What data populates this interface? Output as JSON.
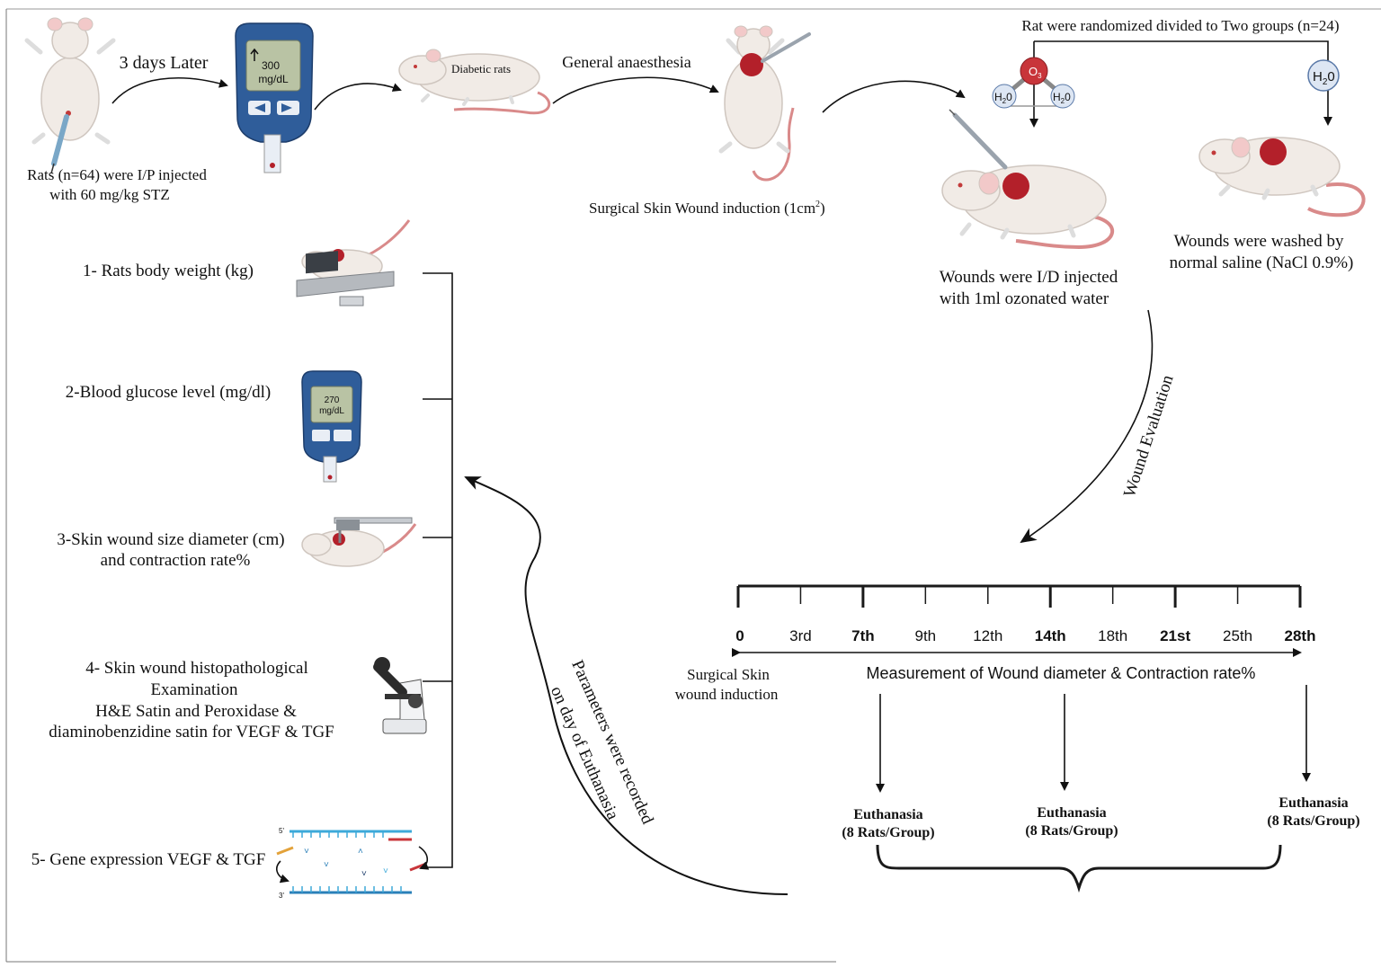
{
  "top": {
    "stz_caption": [
      "Rats (n=64) were I/P injected",
      "with 60 mg/kg  STZ"
    ],
    "delay_label": "3 days Later",
    "glucometer_value": "300",
    "glucometer_unit": "mg/dL",
    "diabetic_label": "Diabetic rats",
    "anaesthesia_label": "General anaesthesia",
    "wound_induction": "Surgical Skin Wound induction (1cm",
    "wound_induction_sup": "2",
    "wound_induction_end": ")",
    "randomization": "Rat were randomized divided to Two groups (n=24)",
    "ozone_label": "O",
    "ozone_sub": "3",
    "water_label": "H",
    "water_sub": "2",
    "water_tail": "0",
    "ozonated_caption": [
      "Wounds were I/D injected",
      "with 1ml ozonated water"
    ],
    "saline_caption": [
      "Wounds were washed by",
      "normal saline (NaCl 0.9%)"
    ],
    "evaluation": "Wound Evaluation"
  },
  "parameters": [
    {
      "lines": [
        "1- Rats body weight (kg)"
      ]
    },
    {
      "lines": [
        "2-Blood glucose level (mg/dl)"
      ]
    },
    {
      "lines": [
        "3-Skin wound size diameter (cm)",
        "and contraction rate%"
      ]
    },
    {
      "lines": [
        "4- Skin wound histopathological",
        "Examination",
        "H&E Satin and  Peroxidase &",
        "diaminobenzidine satin for VEGF & TGF"
      ]
    },
    {
      "lines": [
        "5- Gene expression VEGF & TGF"
      ]
    }
  ],
  "glucometer2": {
    "value": "270",
    "unit": "mg/dL"
  },
  "dna": {
    "five_prime": "5'",
    "three_prime": "3'"
  },
  "recorded_label": [
    "Parameters were recorded",
    "on day of Euthanasia"
  ],
  "timeline": {
    "days": [
      {
        "label": "0",
        "bold": true
      },
      {
        "label": "3rd",
        "bold": false
      },
      {
        "label": "7th",
        "bold": true
      },
      {
        "label": "9th",
        "bold": false
      },
      {
        "label": "12th",
        "bold": false
      },
      {
        "label": "14th",
        "bold": true
      },
      {
        "label": "18th",
        "bold": false
      },
      {
        "label": "21st",
        "bold": true
      },
      {
        "label": "25th",
        "bold": false
      },
      {
        "label": "28th",
        "bold": true
      }
    ],
    "start_label": [
      "Surgical Skin",
      "wound induction"
    ],
    "measurement": "Measurement of Wound diameter & Contraction rate%",
    "euthanasia": [
      {
        "title": "Euthanasia",
        "group": "(8 Rats/Group)"
      },
      {
        "title": "Euthanasia",
        "group": "(8 Rats/Group)"
      },
      {
        "title": "Euthanasia",
        "group": "(8 Rats/Group)"
      }
    ]
  },
  "colors": {
    "wound": "#b3202a",
    "rat_body": "#f1ebe6",
    "tail": "#d98a8a",
    "device_blue": "#2f5d9a",
    "screen": "#b9c3a4"
  }
}
